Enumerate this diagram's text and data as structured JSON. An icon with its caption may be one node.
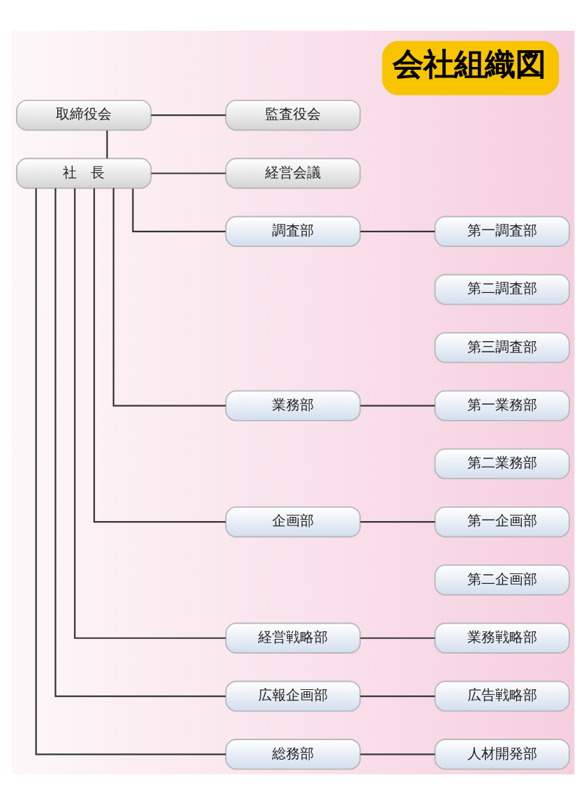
{
  "diagram": {
    "title": "会社組織図",
    "nodes": [
      {
        "text": [
          "取締役会"
        ]
      },
      {
        "text": [
          "監査役会"
        ]
      },
      {
        "text": [
          "社　長"
        ]
      },
      {
        "text": [
          "経営会議"
        ]
      },
      {
        "text": [
          "調査部"
        ]
      },
      {
        "text": [
          "第一調査部"
        ]
      },
      {
        "text": [
          "第二調査部"
        ]
      },
      {
        "text": [
          "第三調査部"
        ]
      },
      {
        "text": [
          "業務部"
        ]
      },
      {
        "text": [
          "第一業務部"
        ]
      },
      {
        "text": [
          "第二業務部"
        ]
      },
      {
        "text": [
          "企画部"
        ]
      },
      {
        "text": [
          "第一企画部"
        ]
      },
      {
        "text": [
          "第二企画部"
        ]
      },
      {
        "text": [
          "経営戦略部"
        ]
      },
      {
        "text": [
          "業務戦略部"
        ]
      },
      {
        "text": [
          "広報企画部"
        ]
      },
      {
        "text": [
          "広告戦略部"
        ]
      },
      {
        "text": [
          "総務部"
        ]
      },
      {
        "text": [
          "人材開発部"
        ]
      }
    ],
    "edges": [
      {
        "from": 0,
        "to": 1,
        "arrow": "none"
      },
      {
        "from": 0,
        "to": 2,
        "arrow": "none"
      },
      {
        "from": 2,
        "to": 3,
        "arrow": "none"
      },
      {
        "from": 2,
        "to": 4,
        "arrow": "none"
      },
      {
        "from": 2,
        "to": 8,
        "arrow": "none"
      },
      {
        "from": 2,
        "to": 11,
        "arrow": "none"
      },
      {
        "from": 2,
        "to": 14,
        "arrow": "none"
      },
      {
        "from": 2,
        "to": 16,
        "arrow": "none"
      },
      {
        "from": 2,
        "to": 18,
        "arrow": "none"
      },
      {
        "from": 4,
        "to": 5,
        "arrow": "none"
      },
      {
        "from": 8,
        "to": 9,
        "arrow": "none"
      },
      {
        "from": 11,
        "to": 12,
        "arrow": "none"
      },
      {
        "from": 14,
        "to": 15,
        "arrow": "none"
      },
      {
        "from": 16,
        "to": 17,
        "arrow": "none"
      },
      {
        "from": 18,
        "to": 19,
        "arrow": "none"
      }
    ]
  }
}
